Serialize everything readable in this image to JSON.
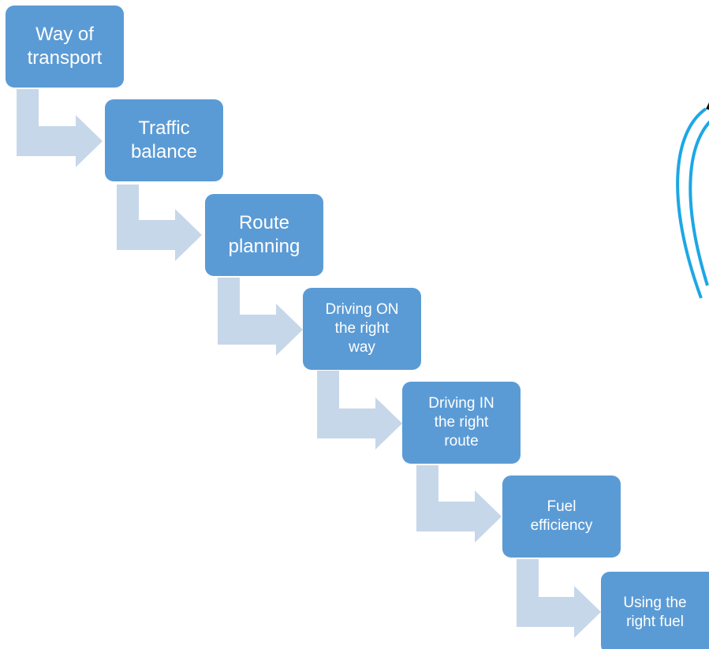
{
  "diagram": {
    "steps": [
      {
        "label": "Way of\ntransport"
      },
      {
        "label": "Traffic\nbalance"
      },
      {
        "label": "Route\nplanning"
      },
      {
        "label": "Driving ON\nthe right\nway"
      },
      {
        "label": "Driving IN\nthe right\nroute"
      },
      {
        "label": "Fuel\nefficiency"
      },
      {
        "label": "Using the\nright fuel"
      }
    ],
    "colors": {
      "box": "#5b9bd5",
      "arrow": "#c7d7ea",
      "ring_blue": "#1ca7e6",
      "ring_black": "#111111"
    },
    "decorations": {
      "right_edge_graphic": "partial-ring-icon"
    }
  }
}
